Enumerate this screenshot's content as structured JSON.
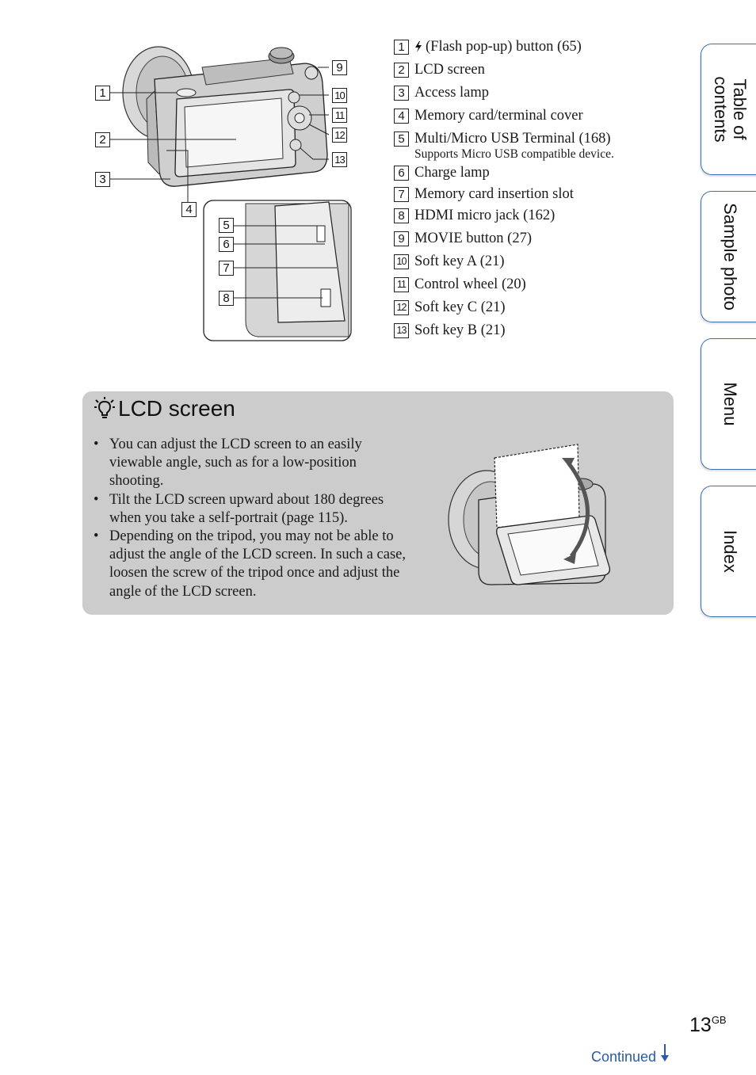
{
  "callouts": [
    "1",
    "2",
    "3",
    "4",
    "5",
    "6",
    "7",
    "8",
    "9",
    "10",
    "11",
    "12",
    "13"
  ],
  "parts": [
    {
      "num": "1",
      "label": "(Flash pop-up) button (65)",
      "icon": "flash-icon"
    },
    {
      "num": "2",
      "label": "LCD screen"
    },
    {
      "num": "3",
      "label": "Access lamp"
    },
    {
      "num": "4",
      "label": "Memory card/terminal cover"
    },
    {
      "num": "5",
      "label": "Multi/Micro USB Terminal (168)",
      "note": "Supports Micro USB compatible device."
    },
    {
      "num": "6",
      "label": "Charge lamp"
    },
    {
      "num": "7",
      "label": "Memory card insertion slot"
    },
    {
      "num": "8",
      "label": "HDMI micro jack (162)"
    },
    {
      "num": "9",
      "label": "MOVIE button (27)"
    },
    {
      "num": "10",
      "label": "Soft key A (21)"
    },
    {
      "num": "11",
      "label": "Control wheel (20)"
    },
    {
      "num": "12",
      "label": "Soft key C (21)"
    },
    {
      "num": "13",
      "label": "Soft key B (21)"
    }
  ],
  "hint": {
    "title": "LCD screen",
    "bullets": [
      "You can adjust the LCD screen to an easily viewable angle, such as for a low-position shooting.",
      "Tilt the LCD screen upward about 180 degrees when you take a self-portrait (page 115).",
      "Depending on the tripod, you may not be able to adjust the angle of the LCD screen. In such a case, loosen the screw of the tripod once and adjust the angle of the LCD screen."
    ]
  },
  "tabs": {
    "toc_line1": "Table of",
    "toc_line2": "contents",
    "sample": "Sample photo",
    "menu": "Menu",
    "index": "Index"
  },
  "page": {
    "number": "13",
    "suffix": "GB",
    "continued": "Continued"
  },
  "colors": {
    "accent": "#2a5aa8",
    "tab_border": "#3b6fb4",
    "hint_bg": "#cccccc"
  }
}
